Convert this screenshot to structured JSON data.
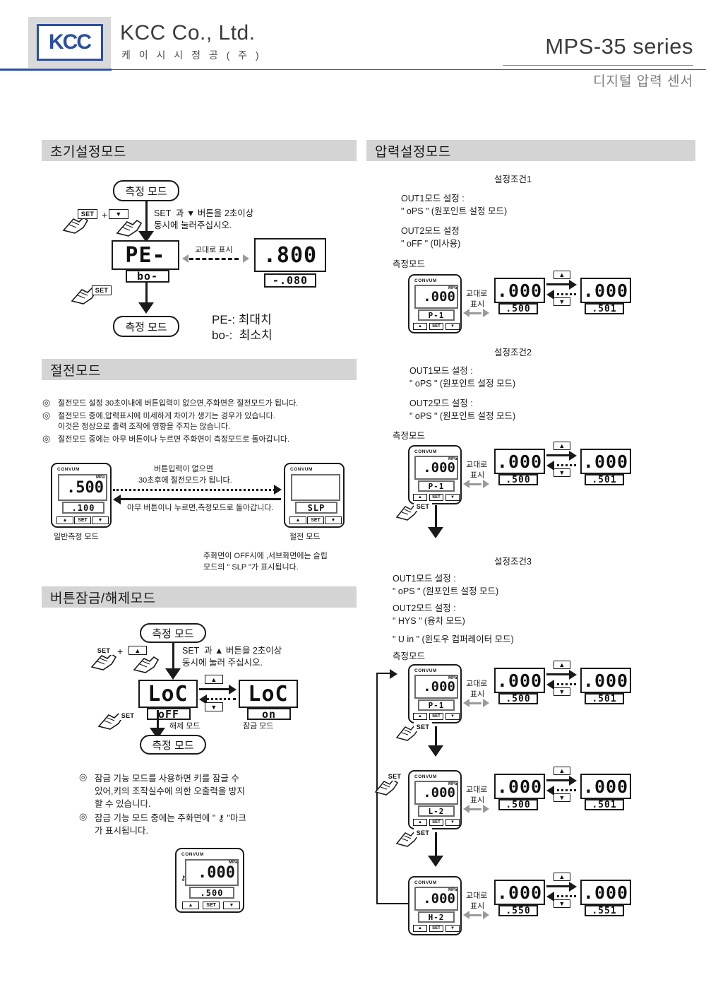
{
  "header": {
    "logo_text": "KCC",
    "company_name": "KCC Co., Ltd.",
    "company_name_kr": "케 이 시 시 정 공 ( 주 )",
    "series_title": "MPS-35 series",
    "series_subtitle": "디지털 압력 센서"
  },
  "sections": {
    "initial_setting": {
      "banner": "초기설정모드",
      "mode_top": "측정 모드",
      "mode_bottom": "측정 모드",
      "key_set": "SET",
      "key_plus": "+",
      "key_down": "▼",
      "instruction_line1": "SET  과 ▼ 버튼을 2초이상",
      "instruction_line2": "동시에 눌러주십시오.",
      "alt_display_label": "교대로 표시",
      "display_left_main": "PE-",
      "display_left_sub": "bo-",
      "display_right_main": ".800",
      "display_right_sub": "-.080",
      "hand_set_label": "SET",
      "legend_line1": "PE-: 최대치",
      "legend_line2": "bo-:  최소치"
    },
    "power_save": {
      "banner": "절전모드",
      "bullet_marker": "◎",
      "bullets": [
        "절전모드 설정 30초이내에 버튼입력이 없으면,주화면은 절전모드가 됩니다.",
        "절전모드 중에,압력표시에 미세하게 차이가 생기는 경우가 있습니다.\n이것은 정상으로 출력 조작에 영향을 주지는 않습니다.",
        "절전모드 중에는 아무 버튼이나 누르면 주화면이 측정모드로 돌아갑니다."
      ],
      "device_left": {
        "brand": "CONVUM",
        "unit": "MPa",
        "main": ".500",
        "sub": ".100",
        "key_up": "▲",
        "key_set": "SET",
        "key_down": "▼",
        "caption": "일반측정 모드"
      },
      "device_right": {
        "brand": "CONVUM",
        "unit": "",
        "main": "",
        "sub": "SLP",
        "key_up": "▲",
        "key_set": "SET",
        "key_down": "▼",
        "caption": "절전 모드"
      },
      "arrow_top_line1": "버튼입력이 없으면",
      "arrow_top_line2": "30초후에 절전모드가 됩니다.",
      "arrow_bottom": "아무 버튼이나 누르면,측정모드로 돌아갑니다.",
      "note_line1": "주화면이 OFF시에 ,서브화면에는 슬립",
      "note_line2": "모드의 \" SLP \"가 표시됩니다."
    },
    "button_lock": {
      "banner": "버튼잠금/해제모드",
      "mode_top": "측정 모드",
      "mode_bottom": "측정 모드",
      "key_set": "SET",
      "key_plus": "+",
      "key_up": "▲",
      "instruction_line1": "SET  과 ▲ 버튼을 2초이상",
      "instruction_line2": "동시에 눌러 주십시오.",
      "display_left_main": "LoC",
      "display_left_sub": "oFF",
      "display_left_caption": "해제 모드",
      "display_right_main": "LoC",
      "display_right_sub": "on",
      "display_right_caption": "잠금 모드",
      "mid_key_up": "▲",
      "mid_key_down": "▼",
      "hand_set_label": "SET",
      "bullet_marker": "◎",
      "bullets": [
        "잠금 기능 모드를 사용하면 키를 잠글 수\n있어,키의 조작실수에 의한 오출력을 방지\n할 수 있습니다.",
        "잠금 기능 모드 중에는 주화면에 \" ⚷ \"마크\n가 표시됩니다."
      ],
      "device": {
        "brand": "CONVUM",
        "unit": "MPa",
        "lock_mark": "⚷",
        "main": ".000",
        "sub": ".500",
        "key_up": "▲",
        "key_set": "SET",
        "key_down": "▼"
      }
    },
    "pressure_setting": {
      "banner": "압력설정모드",
      "alt_display_label_line1": "교대로",
      "alt_display_label_line2": "표시",
      "measure_mode_label": "측정모드",
      "conditions": [
        {
          "title": "설정조건1",
          "out1_label": "OUT1모드 설정 :",
          "out1_value": "\" oPS \" (원포인트 설정 모드)",
          "out2_label": "OUT2모드 설정",
          "out2_value": "\" oFF \" (미사용)",
          "out3_value": "",
          "rows": [
            {
              "device_main": ".000",
              "device_sub": "P-1",
              "unit": "MPa",
              "left_main": ".000",
              "left_sub": ".500",
              "right_main": ".000",
              "right_sub": ".501",
              "key_up": "▲",
              "key_down": "▼",
              "brand": "CONVUM",
              "key_set": "SET"
            }
          ]
        },
        {
          "title": "설정조건2",
          "out1_label": "OUT1모드 설정 :",
          "out1_value": "\" oPS \" (원포인트 설정 모드)",
          "out2_label": "OUT2모드 설정 :",
          "out2_value": "\" oPS \" (원포인트 설정 모드)",
          "out3_value": "",
          "rows": [
            {
              "device_main": ".000",
              "device_sub": "P-1",
              "unit": "MPa",
              "left_main": ".000",
              "left_sub": ".500",
              "right_main": ".000",
              "right_sub": ".501",
              "key_up": "▲",
              "key_down": "▼",
              "brand": "CONVUM",
              "key_set": "SET"
            }
          ]
        },
        {
          "title": "설정조건3",
          "out1_label": "OUT1모드 설정 :",
          "out1_value": "\" oPS \" (원포인트 설정 모드)",
          "out2_label": "OUT2모드 설정 :",
          "out2_value": "\" HYS \" (융차 모드)",
          "out3_value": "\" U in \" (윈도우 컴퍼레이터 모드)",
          "rows": [
            {
              "device_main": ".000",
              "device_sub": "P-1",
              "unit": "MPa",
              "left_main": ".000",
              "left_sub": ".500",
              "right_main": ".000",
              "right_sub": ".501",
              "key_up": "▲",
              "key_down": "▼",
              "brand": "CONVUM",
              "key_set": "SET"
            },
            {
              "device_main": ".000",
              "device_sub": "L-2",
              "unit": "MPa",
              "left_main": ".000",
              "left_sub": ".500",
              "right_main": ".000",
              "right_sub": ".501",
              "key_up": "▲",
              "key_down": "▼",
              "brand": "CONVUM",
              "key_set": "SET"
            },
            {
              "device_main": ".000",
              "device_sub": "H-2",
              "unit": "MPa",
              "left_main": ".000",
              "left_sub": ".550",
              "right_main": ".000",
              "right_sub": ".551",
              "key_up": "▲",
              "key_down": "▼",
              "brand": "CONVUM",
              "key_set": "SET"
            }
          ]
        }
      ],
      "hand_set_label": "SET"
    }
  },
  "colors": {
    "brand_blue": "#2b4ea2",
    "banner_gray": "#d4d4d4",
    "text_dark": "#1a1a1a",
    "gray_arrow": "#9a9a9a"
  }
}
